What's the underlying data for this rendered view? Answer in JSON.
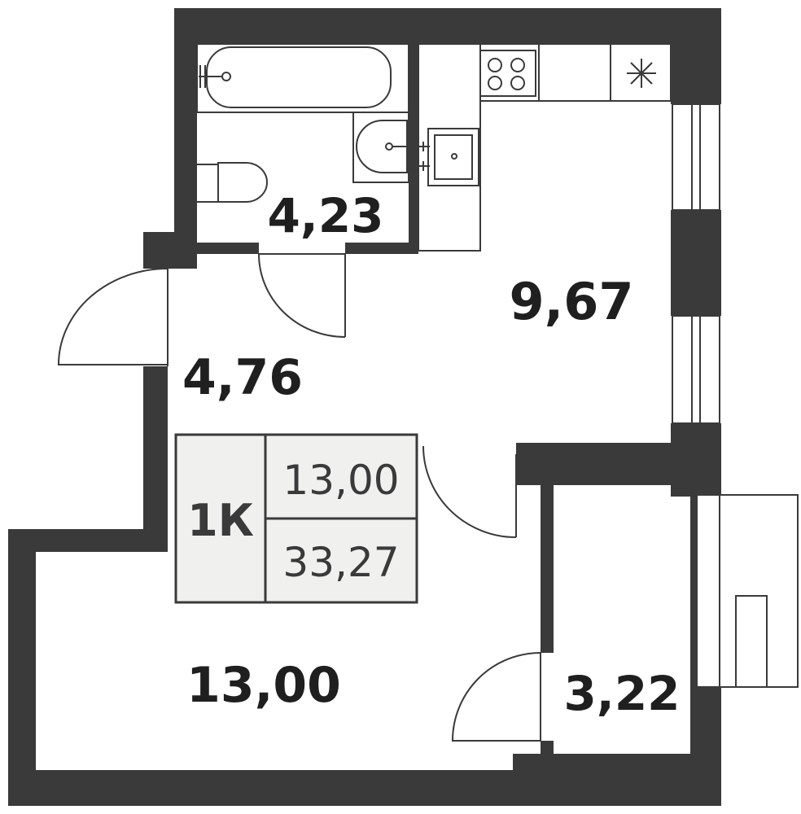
{
  "rooms": {
    "bathroom": "4,23",
    "kitchen": "9,67",
    "hallway": "4,76",
    "living_room": "13,00",
    "balcony": "3,22"
  },
  "summary": {
    "type": "1К",
    "living_area": "13,00",
    "total_area": "33,27"
  },
  "colors": {
    "wall": "#3a3a3a",
    "summary_fill": "#f0f0ee",
    "text": "#1f1f1f"
  },
  "icons": [
    "bathtub-icon",
    "toilet-icon",
    "washbasin-icon",
    "kitchen-sink-icon",
    "stove-icon",
    "fridge-icon",
    "ac-unit-icon"
  ]
}
